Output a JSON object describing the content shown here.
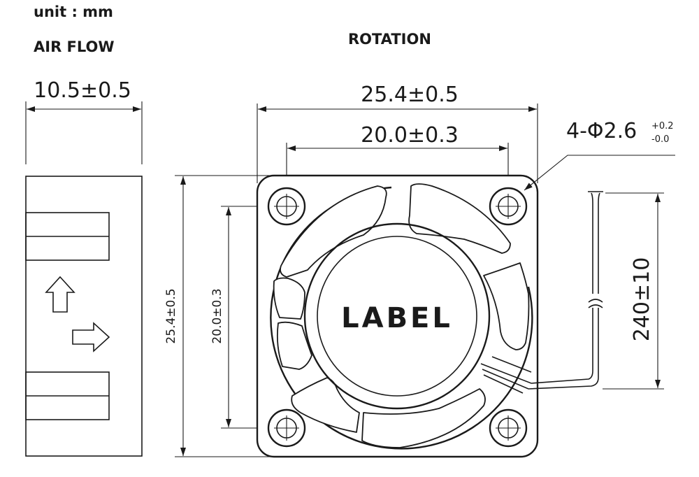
{
  "header": {
    "unit": "unit : mm",
    "airflow": "AIR FLOW",
    "rotation": "ROTATION"
  },
  "side_view": {
    "thickness": "10.5±0.5",
    "height": "25.4±0.5",
    "hole_pitch": "20.0±0.3"
  },
  "front_view": {
    "width": "25.4±0.5",
    "hole_pitch": "20.0±0.3",
    "hole_spec": "4-Φ2.6",
    "hole_tol_plus": "+0.2",
    "hole_tol_minus": "-0.0",
    "label": "LABEL",
    "lead_length": "240±10"
  },
  "colors": {
    "ink": "#1a1a1a",
    "paper": "#ffffff"
  }
}
